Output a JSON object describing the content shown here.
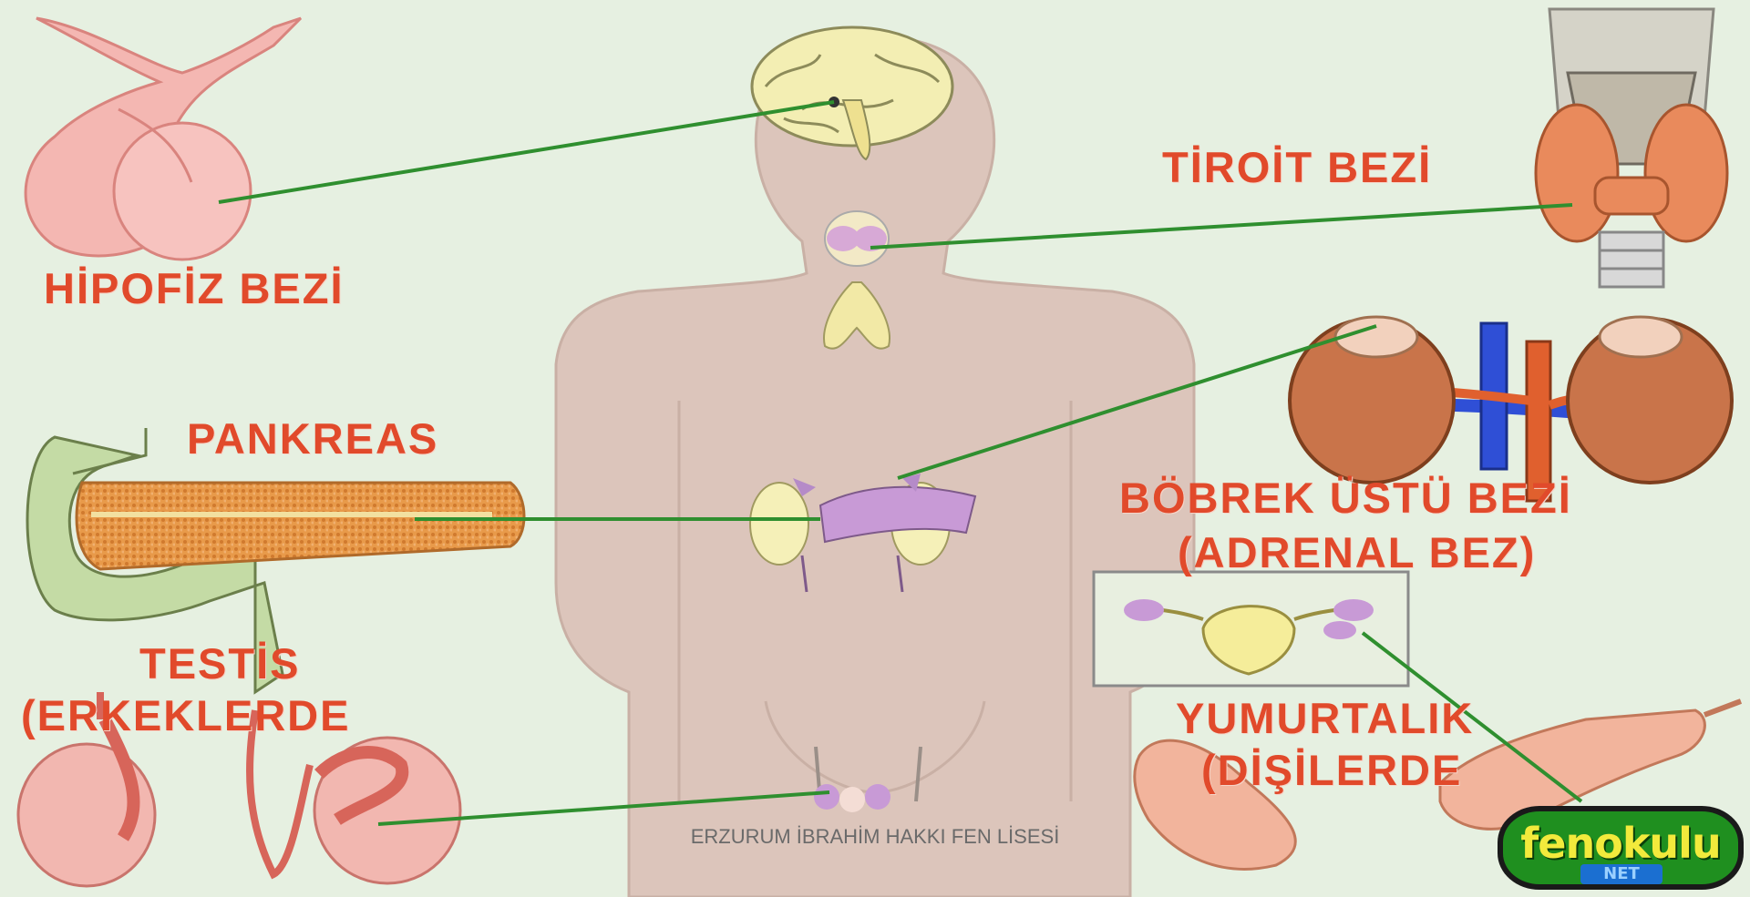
{
  "labels": {
    "hipofiz": "HİPOFİZ BEZİ",
    "tiroit": "TİROİT BEZİ",
    "pankreas": "PANKREAS",
    "bobrek_ustu": "BÖBREK ÜSTÜ BEZİ",
    "adrenal": "(ADRENAL BEZ)",
    "testis_1": "TESTİS",
    "testis_2": "(ERKEKLERDE",
    "yumurtalik_1": "YUMURTALIK",
    "yumurtalik_2": "(DİŞİLERDE"
  },
  "footer": "ERZURUM İBRAHİM HAKKI FEN LİSESİ",
  "logo": {
    "main": "fenokulu",
    "sub": "NET"
  },
  "colors": {
    "label": "#e14a2b",
    "leader_line": "#2f8f2f",
    "body_silhouette": "#dcc5bb",
    "background": "#e6f0e1",
    "pink_gland": "#f2b4ae",
    "kidney": "#c9744a",
    "logo_green": "#1f8f1f",
    "logo_yellow": "#f2ea3c"
  }
}
